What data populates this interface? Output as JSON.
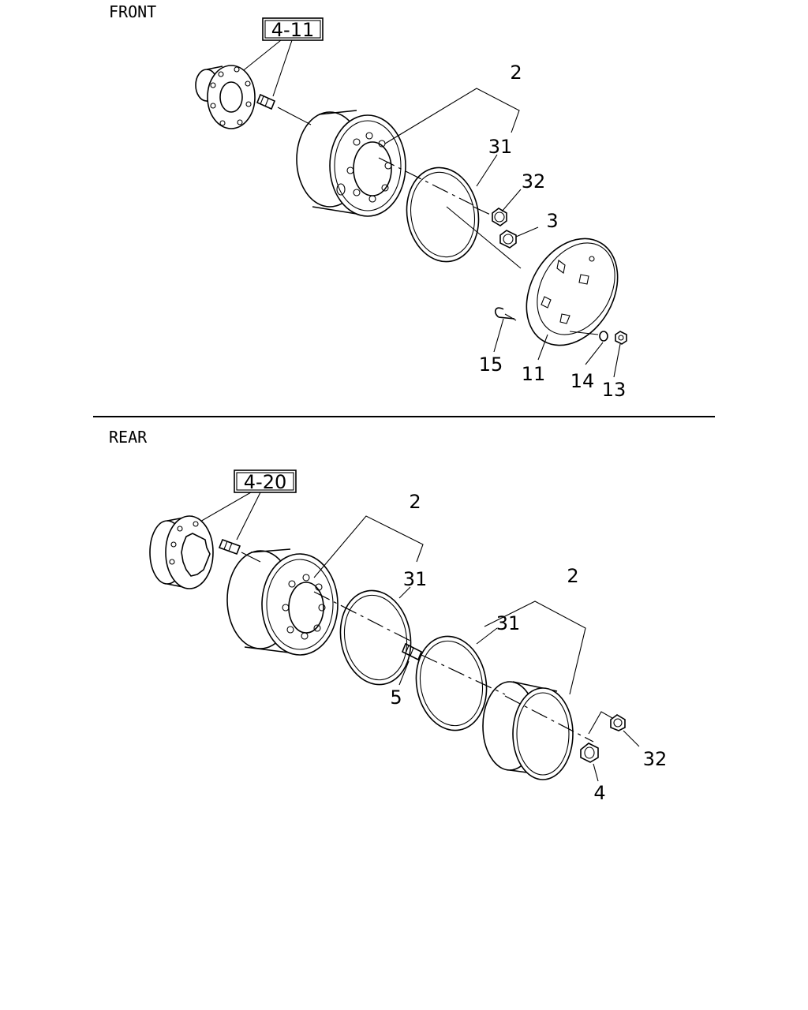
{
  "sections": {
    "front": {
      "title": "FRONT",
      "ref_box": "4-11",
      "callouts": {
        "wheel": "2",
        "rim_ring": "31",
        "cap_nut": "32",
        "nut": "3",
        "clip": "15",
        "cover": "11",
        "washer": "14",
        "small_nut": "13"
      }
    },
    "rear": {
      "title": "REAR",
      "ref_box": "4-20",
      "callouts": {
        "wheel_inner": "2",
        "rim_ring_inner": "31",
        "wheel_outer": "2",
        "rim_ring_outer": "31",
        "stud": "5",
        "cap_nut": "32",
        "nut": "4"
      }
    }
  }
}
